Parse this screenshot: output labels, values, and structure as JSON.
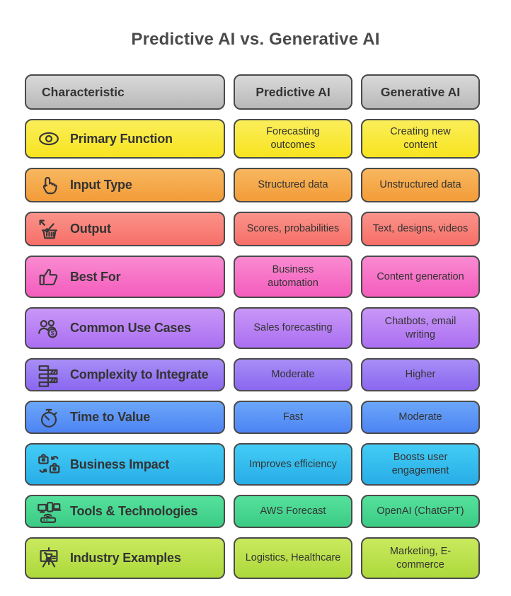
{
  "title": "Predictive AI vs. Generative AI",
  "style": {
    "border_color": "#4a4a4a",
    "text_color": "#333333",
    "title_color": "#4a4a4a"
  },
  "header": {
    "characteristic": "Characteristic",
    "predictive": "Predictive AI",
    "generative": "Generative AI",
    "color_top": "#d9d9d9",
    "color_bottom": "#b8b8b8"
  },
  "rows": [
    {
      "label": "Primary Function",
      "icon": "eye-icon",
      "predictive": "Forecasting\noutcomes",
      "generative": "Creating new\ncontent",
      "color_top": "#faee5a",
      "color_bottom": "#f8e41f"
    },
    {
      "label": "Input Type",
      "icon": "tap-hand-icon",
      "predictive": "Structured data",
      "generative": "Unstructured data",
      "color_top": "#f8b75f",
      "color_bottom": "#f39c38"
    },
    {
      "label": "Output",
      "icon": "basket-export-icon",
      "predictive": "Scores, probabilities",
      "generative": "Text, designs, videos",
      "color_top": "#fa938a",
      "color_bottom": "#f76f68"
    },
    {
      "label": "Best For",
      "icon": "thumbs-up-icon",
      "predictive": "Business\nautomation",
      "generative": "Content generation",
      "color_top": "#f98bd1",
      "color_bottom": "#f45cbd"
    },
    {
      "label": "Common Use Cases",
      "icon": "users-dollar-icon",
      "icon_glyph": "$",
      "predictive": "Sales forecasting",
      "generative": "Chatbots, email\nwriting",
      "color_top": "#c897f7",
      "color_bottom": "#ab6ff2"
    },
    {
      "label": "Complexity to Integrate",
      "icon": "stacked-bars-icon",
      "predictive": "Moderate",
      "generative": "Higher",
      "color_top": "#a88ef6",
      "color_bottom": "#8a67f0"
    },
    {
      "label": "Time to Value",
      "icon": "stopwatch-icon",
      "predictive": "Fast",
      "generative": "Moderate",
      "color_top": "#6ba6f8",
      "color_bottom": "#4d84f4"
    },
    {
      "label": "Business Impact",
      "icon": "briefcase-swap-icon",
      "predictive": "Improves efficiency",
      "generative": "Boosts user\nengagement",
      "color_top": "#43ccf5",
      "color_bottom": "#28ade7"
    },
    {
      "label": "Tools & Technologies",
      "icon": "devices-icon",
      "predictive": "AWS Forecast",
      "generative": "OpenAI (ChatGPT)",
      "color_top": "#55e19b",
      "color_bottom": "#3bcb85"
    },
    {
      "label": "Industry Examples",
      "icon": "presentation-cart-icon",
      "predictive": "Logistics, Healthcare",
      "generative": "Marketing, E-\ncommerce",
      "color_top": "#c9e95d",
      "color_bottom": "#add93c"
    }
  ]
}
